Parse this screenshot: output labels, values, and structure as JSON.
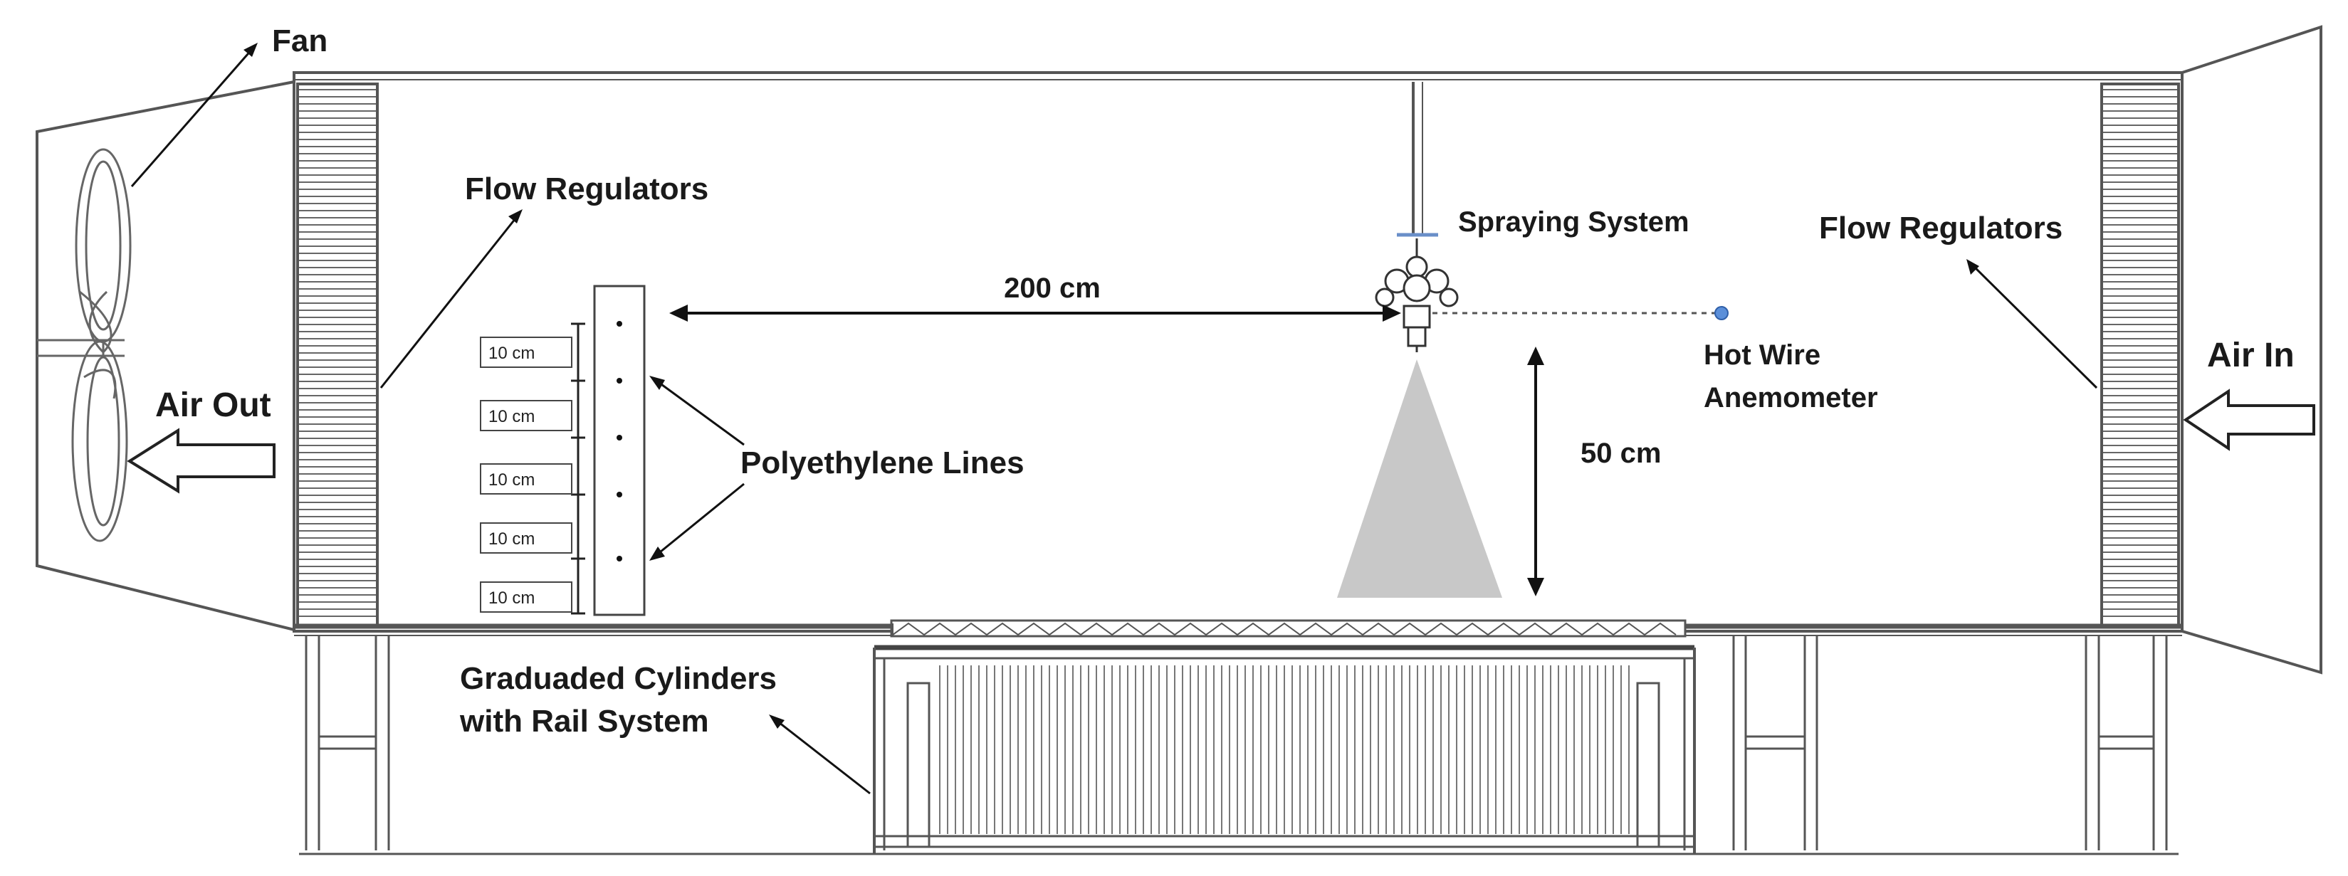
{
  "labels": {
    "fan": "Fan",
    "flow_regulators_left": "Flow Regulators",
    "flow_regulators_right": "Flow Regulators",
    "spraying_system": "Spraying System",
    "distance_horizontal": "200 cm",
    "hot_wire_line1": "Hot Wire",
    "hot_wire_line2": "Anemometer",
    "air_in": "Air In",
    "air_out": "Air Out",
    "height_vertical": "50 cm",
    "polyethylene_lines": "Polyethylene Lines",
    "graduated_line1": "Graduaded Cylinders",
    "graduated_line2": "with Rail System"
  },
  "spacing_labels": [
    "10 cm",
    "10 cm",
    "10 cm",
    "10 cm",
    "10 cm"
  ],
  "colors": {
    "line": "#555555",
    "spray_cone": "#c8c8c8",
    "anemometer_dot": "#5b8fd9",
    "text": "#1a1a1a"
  }
}
